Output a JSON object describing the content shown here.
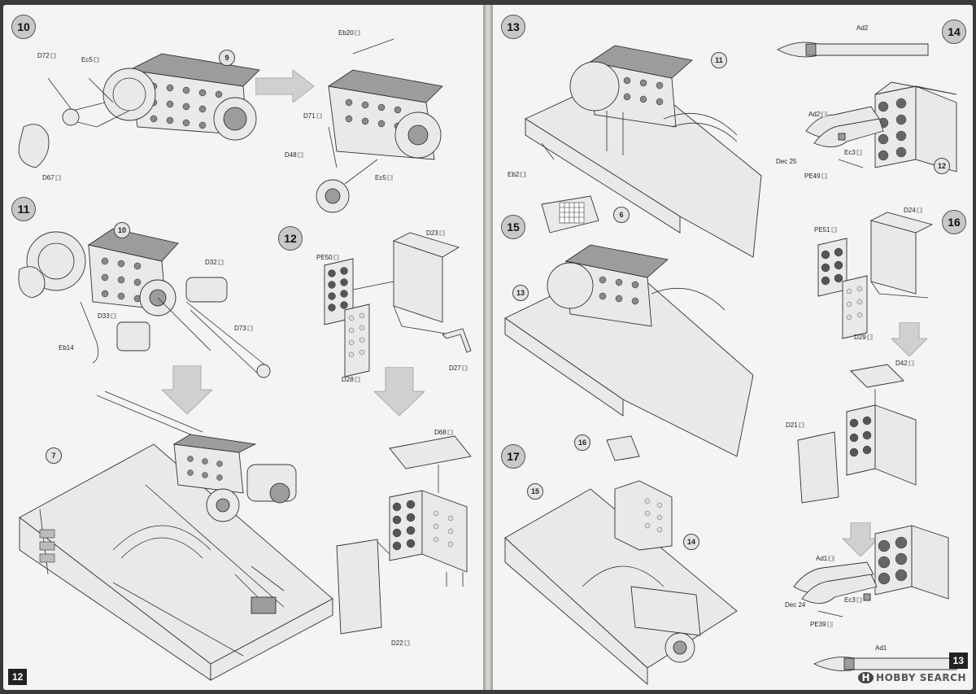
{
  "left_page": {
    "page_number": "12",
    "steps": {
      "s10": "10",
      "s11": "11",
      "s12": "12",
      "c9": "9",
      "c10": "10",
      "c7": "7"
    },
    "parts": {
      "d72": "D72",
      "ec5a": "Ec5",
      "d67": "D67",
      "eb20": "Eb20",
      "d71": "D71",
      "d48": "D48",
      "ec5b": "Ec5",
      "d32": "D32",
      "d33": "D33",
      "eb14": "Eb14",
      "d73": "D73",
      "pe50": "PE50",
      "d23": "D23",
      "d28": "D28",
      "d27": "D27",
      "d68": "D68",
      "d22": "D22"
    }
  },
  "right_page": {
    "page_number": "13",
    "steps": {
      "s13": "13",
      "s14": "14",
      "s15": "15",
      "s16": "16",
      "s17": "17",
      "c11": "11",
      "c6": "6",
      "c13": "13",
      "c12": "12",
      "c16": "16",
      "c15": "15",
      "c14": "14"
    },
    "parts": {
      "eb2": "Eb2",
      "ad2a": "Ad2",
      "ad2b": "Ad2",
      "ec3a": "Ec3",
      "pe49": "PE49",
      "dec25": "Dec",
      "dec25n": "25",
      "d24": "D24",
      "pe51": "PE51",
      "d29": "D29",
      "d42": "D42",
      "d21": "D21",
      "ad1a": "Ad1",
      "ec3b": "Ec3",
      "pe39": "PE39",
      "dec24": "Dec",
      "dec24n": "24",
      "ad1b": "Ad1"
    }
  },
  "watermark": {
    "logo_letter": "H",
    "text": "HOBBY SEARCH"
  },
  "colors": {
    "background": "#3a3a3a",
    "paper": "#f4f4f2",
    "callout": "#c8c8c6",
    "arrow": "#d0d0ce"
  }
}
